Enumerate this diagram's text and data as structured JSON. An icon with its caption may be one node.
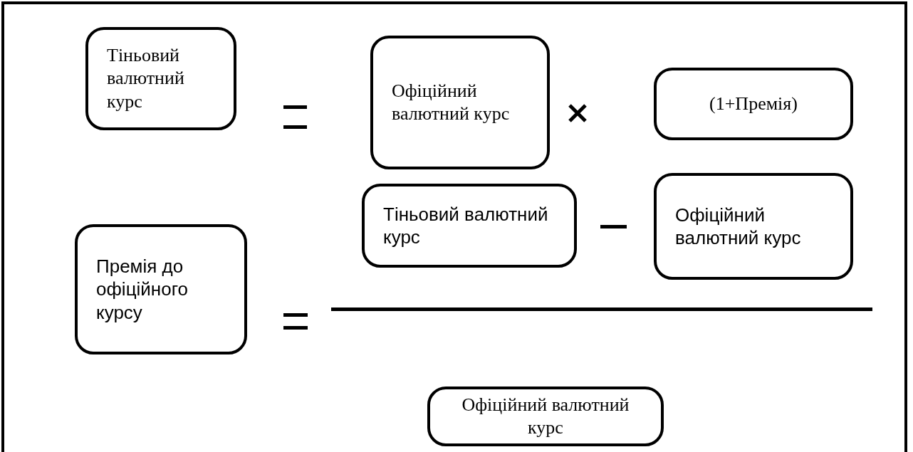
{
  "diagram": {
    "nodes": [
      {
        "text": [
          "Тіньовий валютний курс"
        ]
      },
      {
        "text": [
          "Офіційний валютний курс"
        ]
      },
      {
        "text": [
          "(1+Премія)"
        ]
      },
      {
        "text": [
          "Тіньовий валютний курс"
        ]
      },
      {
        "text": [
          "Офіційний валютний курс"
        ]
      },
      {
        "text": [
          "Премія до офіційного курсу"
        ]
      },
      {
        "text": [
          "Офіційний валютний курс"
        ]
      }
    ]
  }
}
